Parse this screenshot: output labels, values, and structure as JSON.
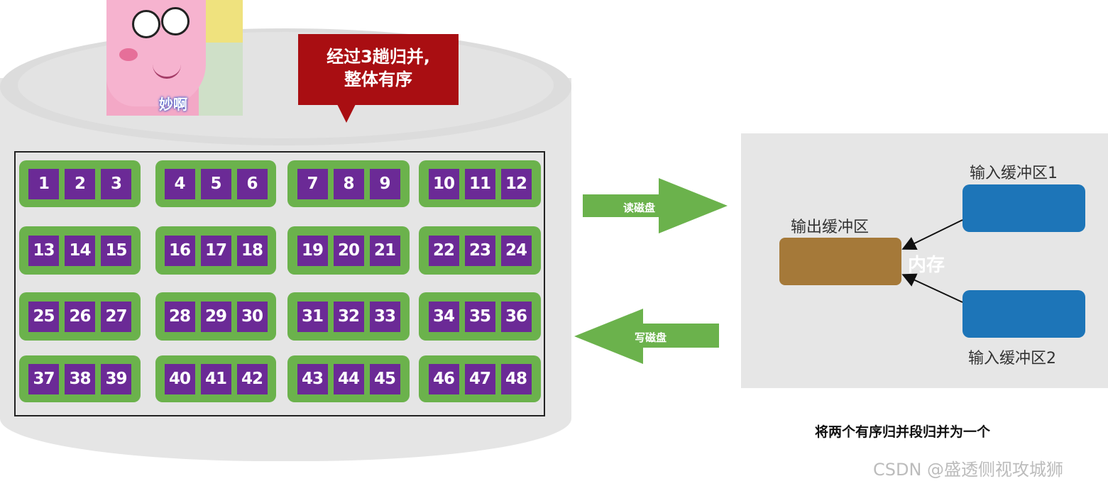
{
  "image_caption": "妙啊",
  "callout": {
    "line1": "经过3趟归并,",
    "line2": "整体有序"
  },
  "grid": {
    "groups": [
      [
        1,
        2,
        3
      ],
      [
        4,
        5,
        6
      ],
      [
        7,
        8,
        9
      ],
      [
        10,
        11,
        12
      ],
      [
        13,
        14,
        15
      ],
      [
        16,
        17,
        18
      ],
      [
        19,
        20,
        21
      ],
      [
        22,
        23,
        24
      ],
      [
        25,
        26,
        27
      ],
      [
        28,
        29,
        30
      ],
      [
        31,
        32,
        33
      ],
      [
        34,
        35,
        36
      ],
      [
        37,
        38,
        39
      ],
      [
        40,
        41,
        42
      ],
      [
        43,
        44,
        45
      ],
      [
        46,
        47,
        48
      ]
    ],
    "colors": {
      "group_bg": "#6bb24c",
      "cell_bg": "#6b2a96"
    }
  },
  "arrows": {
    "read": "读磁盘",
    "write": "写磁盘",
    "color": "#6bb24c"
  },
  "memory": {
    "label": "内存",
    "output_buffer": "输出缓冲区",
    "input_buffer_1": "输入缓冲区1",
    "input_buffer_2": "输入缓冲区2",
    "colors": {
      "input": "#1d75b8",
      "output": "#a57939",
      "panel": "#e6e6e6"
    }
  },
  "caption": "将两个有序归并段归并为一个",
  "watermark": "CSDN @盛透侧视攻城狮"
}
